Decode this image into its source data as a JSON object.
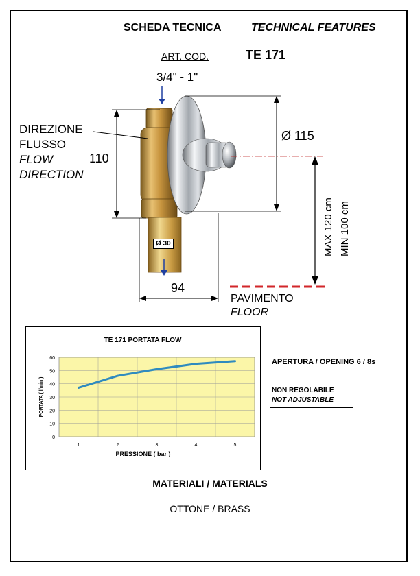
{
  "header": {
    "title_it": "SCHEDA TECNICA",
    "title_en": "TECHNICAL FEATURES",
    "art_label": "ART. COD.",
    "art_code": "TE 171"
  },
  "drawing": {
    "thread": "3/4\" - 1\"",
    "flow_it_1": "DIREZIONE",
    "flow_it_2": "FLUSSO",
    "flow_en_1": "FLOW",
    "flow_en_2": "DIRECTION",
    "height": "110",
    "diameter_plate": "Ø 115",
    "width": "94",
    "diameter_pipe": "Ø 30",
    "max_height": "MAX  120 cm",
    "min_height": "MIN  100 cm",
    "floor_it": "PAVIMENTO",
    "floor_en": "FLOOR"
  },
  "chart_data": {
    "type": "line",
    "title": "TE 171 PORTATA  FLOW",
    "xlabel": "PRESSIONE ( bar )",
    "ylabel": "PORTATA  ( l/min )",
    "x": [
      1,
      2,
      3,
      4,
      5
    ],
    "y": [
      37,
      46,
      51,
      55,
      57
    ],
    "xlim": [
      0.5,
      5.5
    ],
    "ylim": [
      0,
      60
    ],
    "yticks": [
      0,
      10,
      20,
      30,
      40,
      50,
      60
    ],
    "xticks": [
      1,
      2,
      3,
      4,
      5
    ],
    "grid": true,
    "colors": {
      "line": "#2f8bbf",
      "plot_bg": "#fbf6a8"
    }
  },
  "notes": {
    "opening": "APERTURA / OPENING  6 / 8s",
    "non_adj_it": "NON REGOLABILE",
    "non_adj_en": "NOT ADJUSTABLE"
  },
  "materials": {
    "heading": "MATERIALI / MATERIALS",
    "value": "OTTONE  /  BRASS"
  }
}
